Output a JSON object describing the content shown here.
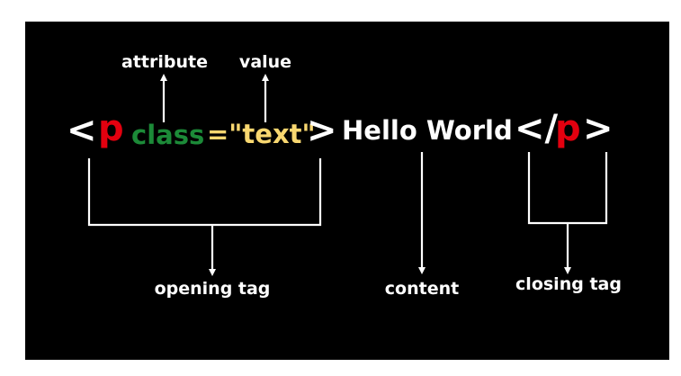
{
  "colors": {
    "background": "#000000",
    "bracket": "#ffffff",
    "tag_name": "#e3000f",
    "attribute": "#1c8a38",
    "value": "#f8d770",
    "content": "#ffffff",
    "line": "#ffffff"
  },
  "code": {
    "open_lt": "<",
    "tag_name": "p",
    "attribute": "class",
    "equals_value": "=\"text\"",
    "open_gt": ">",
    "content": "Hello World",
    "close_lt_slash": "</",
    "close_tag_name": "p",
    "close_gt": ">"
  },
  "labels": {
    "attribute": "attribute",
    "value": "value",
    "opening_tag": "opening tag",
    "content": "content",
    "closing_tag": "closing tag"
  }
}
